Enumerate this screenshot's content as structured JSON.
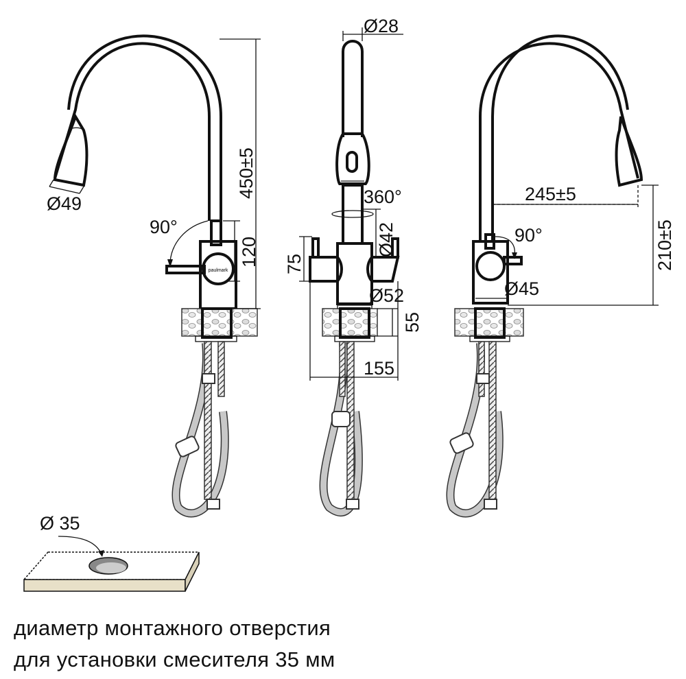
{
  "dimensions": {
    "spout_diameter": "Ø49",
    "height": "450±5",
    "lever_angle_left": "90°",
    "lever_height": "120",
    "top_diameter": "Ø28",
    "rotation": "360°",
    "neck_diameter": "Ø42",
    "handle_height": "75",
    "body_diameter_center": "Ø52",
    "base_height": "55",
    "width": "155",
    "reach": "245±5",
    "lever_angle_right": "90°",
    "spout_height": "210±5",
    "body_diameter_right": "Ø45",
    "hole_diameter": "Ø 35"
  },
  "logo_text": "paulmark",
  "caption": {
    "line1": "диаметр монтажного отверстия",
    "line2": "для установки смесителя 35 мм"
  }
}
